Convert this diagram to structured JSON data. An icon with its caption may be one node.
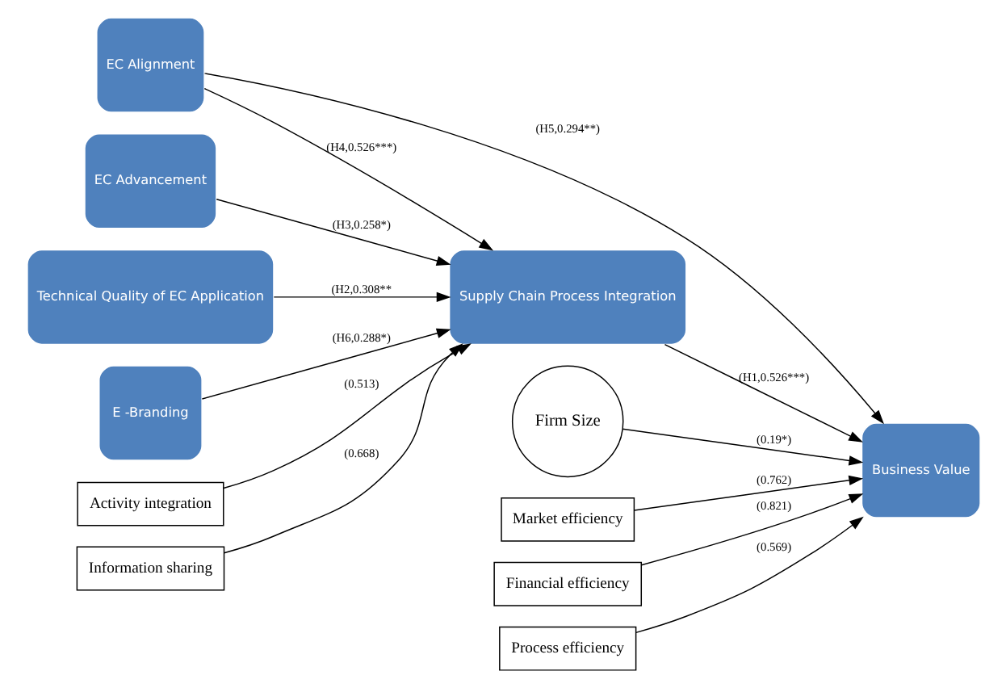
{
  "diagram": {
    "nodes": [
      {
        "text": [
          "EC Alignment"
        ]
      },
      {
        "text": [
          "EC Advancement"
        ]
      },
      {
        "text": [
          "Supply Chain Process Integration"
        ]
      },
      {
        "text": [
          "Firm Size"
        ]
      },
      {
        "text": [
          "Business Value"
        ]
      },
      {
        "text": [
          "Technical Quality of EC Application"
        ]
      },
      {
        "text": [
          "E -Branding"
        ]
      },
      {
        "text": [
          "Market efficiency"
        ]
      },
      {
        "text": [
          "Financial efficiency"
        ]
      },
      {
        "text": [
          "Activity integration"
        ]
      },
      {
        "text": [
          "Information sharing"
        ]
      },
      {
        "text": [
          "Process efficiency"
        ]
      }
    ],
    "edges": [
      {
        "from": 0,
        "to": 4,
        "arrow": "to",
        "label": "(H5,0.294**)"
      },
      {
        "from": 0,
        "to": 2,
        "arrow": "to",
        "label": "(H4,0.526***)"
      },
      {
        "from": 1,
        "to": 2,
        "arrow": "to",
        "label": "(H3,0.258*)"
      },
      {
        "from": 3,
        "to": 4,
        "arrow": "to",
        "label": "(0.19*)"
      },
      {
        "from": 2,
        "to": 4,
        "arrow": "to",
        "label": "(H1,0.526***)"
      },
      {
        "from": 5,
        "to": 2,
        "arrow": "to",
        "label": "(H2,0.308**"
      },
      {
        "from": 6,
        "to": 2,
        "arrow": "to",
        "label": "(H6,0.288*)"
      },
      {
        "from": 7,
        "to": 4,
        "arrow": "to",
        "label": "(0.762)"
      },
      {
        "from": 8,
        "to": 4,
        "arrow": "to",
        "label": "(0.821)"
      },
      {
        "from": 9,
        "to": 2,
        "arrow": "to",
        "label": "(0.513)"
      },
      {
        "from": 10,
        "to": 2,
        "arrow": "to",
        "label": "(0.668)"
      },
      {
        "from": 11,
        "to": 4,
        "arrow": "to",
        "label": "(0.569)"
      }
    ]
  }
}
